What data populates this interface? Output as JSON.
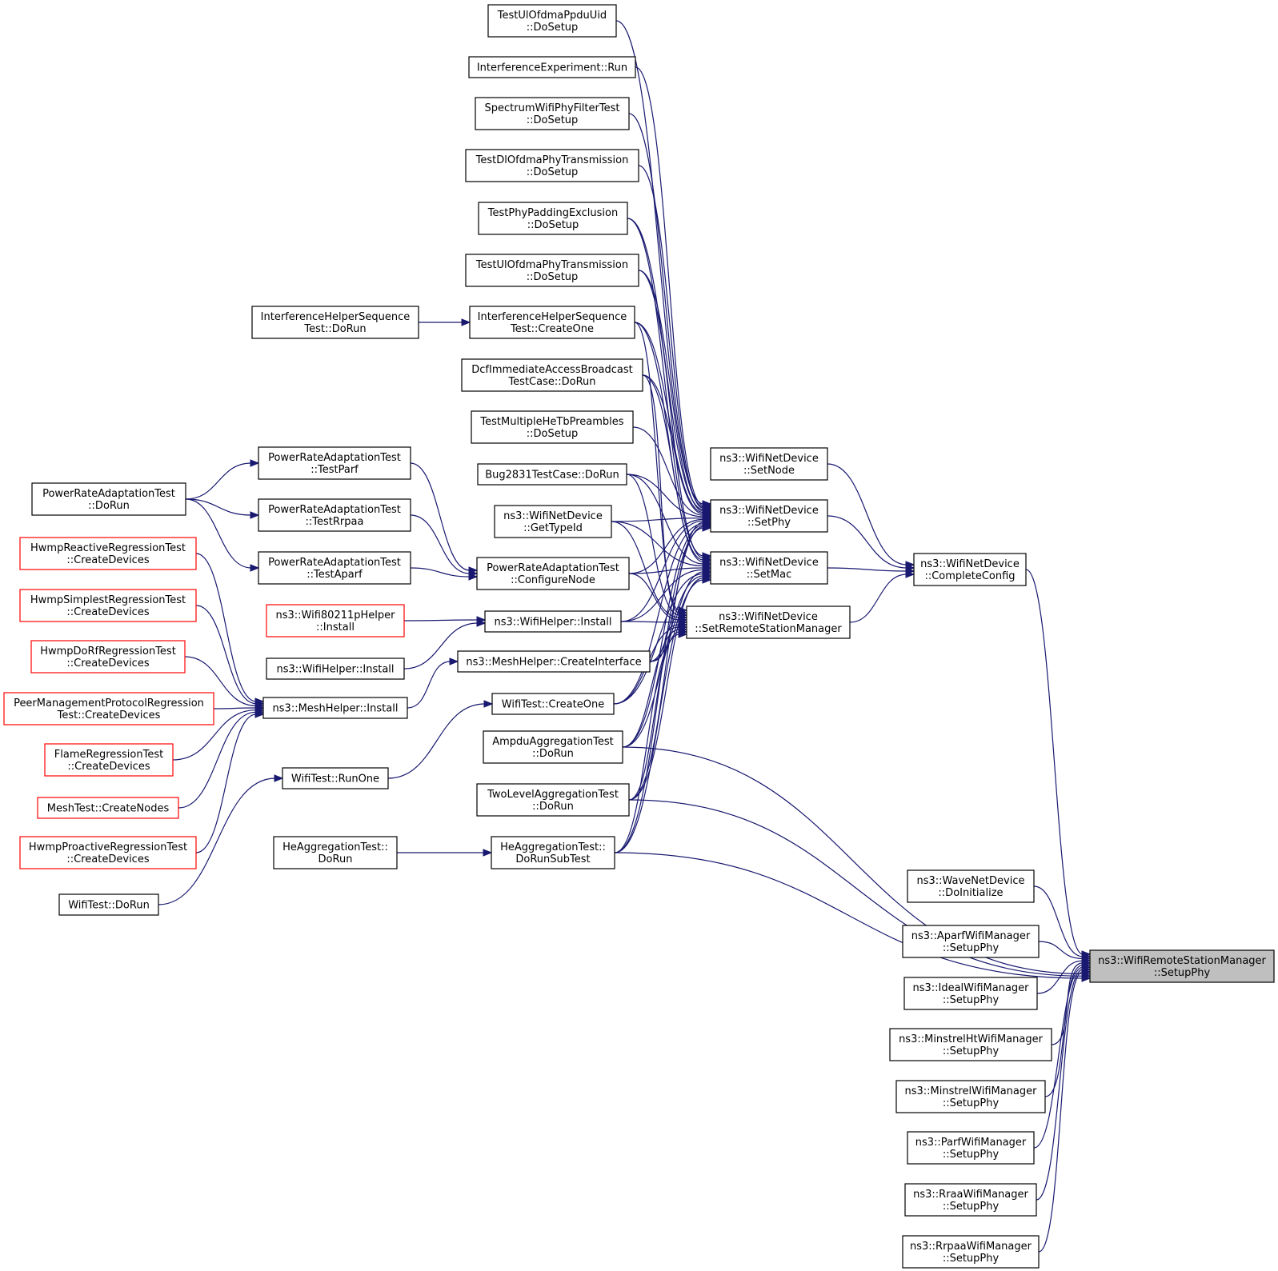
{
  "graph": {
    "colors": {
      "edge": "#191970",
      "node_border": "#000000",
      "missing_border": "#ff0000",
      "root_fill": "#bfbfbf",
      "node_fill": "#ffffff"
    },
    "nodes": [
      {
        "id": "root",
        "lines": [
          "ns3::WifiRemoteStationManager",
          "::SetupPhy"
        ],
        "style": "root"
      },
      {
        "id": "completeConfig",
        "lines": [
          "ns3::WifiNetDevice",
          "::CompleteConfig"
        ]
      },
      {
        "id": "setNode",
        "lines": [
          "ns3::WifiNetDevice",
          "::SetNode"
        ]
      },
      {
        "id": "setPhy",
        "lines": [
          "ns3::WifiNetDevice",
          "::SetPhy"
        ]
      },
      {
        "id": "setMac",
        "lines": [
          "ns3::WifiNetDevice",
          "::SetMac"
        ]
      },
      {
        "id": "setRSM",
        "lines": [
          "ns3::WifiNetDevice",
          "::SetRemoteStationManager"
        ]
      },
      {
        "id": "ulPpdu",
        "lines": [
          "TestUlOfdmaPpduUid",
          "::DoSetup"
        ]
      },
      {
        "id": "interfExp",
        "lines": [
          "InterferenceExperiment::Run"
        ]
      },
      {
        "id": "specFilter",
        "lines": [
          "SpectrumWifiPhyFilterTest",
          "::DoSetup"
        ]
      },
      {
        "id": "dlOfdma",
        "lines": [
          "TestDlOfdmaPhyTransmission",
          "::DoSetup"
        ]
      },
      {
        "id": "phyPad",
        "lines": [
          "TestPhyPaddingExclusion",
          "::DoSetup"
        ]
      },
      {
        "id": "ulOfdma",
        "lines": [
          "TestUlOfdmaPhyTransmission",
          "::DoSetup"
        ]
      },
      {
        "id": "ihsCreate",
        "lines": [
          "InterferenceHelperSequence",
          "Test::CreateOne"
        ]
      },
      {
        "id": "ihsRun",
        "lines": [
          "InterferenceHelperSequence",
          "Test::DoRun"
        ]
      },
      {
        "id": "dcf",
        "lines": [
          "DcfImmediateAccessBroadcast",
          "TestCase::DoRun"
        ]
      },
      {
        "id": "multiHe",
        "lines": [
          "TestMultipleHeTbPreambles",
          "::DoSetup"
        ]
      },
      {
        "id": "bug2831",
        "lines": [
          "Bug2831TestCase::DoRun"
        ]
      },
      {
        "id": "getTypeId",
        "lines": [
          "ns3::WifiNetDevice",
          "::GetTypeId"
        ]
      },
      {
        "id": "praConfig",
        "lines": [
          "PowerRateAdaptationTest",
          "::ConfigureNode"
        ]
      },
      {
        "id": "praParf",
        "lines": [
          "PowerRateAdaptationTest",
          "::TestParf"
        ]
      },
      {
        "id": "praRrpaa",
        "lines": [
          "PowerRateAdaptationTest",
          "::TestRrpaa"
        ]
      },
      {
        "id": "praAparf",
        "lines": [
          "PowerRateAdaptationTest",
          "::TestAparf"
        ]
      },
      {
        "id": "praRun",
        "lines": [
          "PowerRateAdaptationTest",
          "::DoRun"
        ]
      },
      {
        "id": "wifiHelperInstall",
        "lines": [
          "ns3::WifiHelper::Install"
        ]
      },
      {
        "id": "wifi80211p",
        "lines": [
          "ns3::Wifi80211pHelper",
          "::Install"
        ],
        "style": "red"
      },
      {
        "id": "wifiHelperInstall2",
        "lines": [
          "ns3::WifiHelper::Install"
        ]
      },
      {
        "id": "meshCreateIf",
        "lines": [
          "ns3::MeshHelper::CreateInterface"
        ]
      },
      {
        "id": "meshInstall",
        "lines": [
          "ns3::MeshHelper::Install"
        ]
      },
      {
        "id": "hwmpReactive",
        "lines": [
          "HwmpReactiveRegressionTest",
          "::CreateDevices"
        ],
        "style": "red"
      },
      {
        "id": "hwmpSimplest",
        "lines": [
          "HwmpSimplestRegressionTest",
          "::CreateDevices"
        ],
        "style": "red"
      },
      {
        "id": "hwmpDoRf",
        "lines": [
          "HwmpDoRfRegressionTest",
          "::CreateDevices"
        ],
        "style": "red"
      },
      {
        "id": "peerMgmt",
        "lines": [
          "PeerManagementProtocolRegression",
          "Test::CreateDevices"
        ],
        "style": "red"
      },
      {
        "id": "flame",
        "lines": [
          "FlameRegressionTest",
          "::CreateDevices"
        ],
        "style": "red"
      },
      {
        "id": "meshTest",
        "lines": [
          "MeshTest::CreateNodes"
        ],
        "style": "red"
      },
      {
        "id": "hwmpProactive",
        "lines": [
          "HwmpProactiveRegressionTest",
          "::CreateDevices"
        ],
        "style": "red"
      },
      {
        "id": "wifiTestCreate",
        "lines": [
          "WifiTest::CreateOne"
        ]
      },
      {
        "id": "wifiTestRunOne",
        "lines": [
          "WifiTest::RunOne"
        ]
      },
      {
        "id": "wifiTestDoRun",
        "lines": [
          "WifiTest::DoRun"
        ]
      },
      {
        "id": "ampdu",
        "lines": [
          "AmpduAggregationTest",
          "::DoRun"
        ]
      },
      {
        "id": "twoLevel",
        "lines": [
          "TwoLevelAggregationTest",
          "::DoRun"
        ]
      },
      {
        "id": "heSub",
        "lines": [
          "HeAggregationTest::",
          "DoRunSubTest"
        ]
      },
      {
        "id": "heRun",
        "lines": [
          "HeAggregationTest::",
          "DoRun"
        ]
      },
      {
        "id": "waveInit",
        "lines": [
          "ns3::WaveNetDevice",
          "::DoInitialize"
        ]
      },
      {
        "id": "aparfMgr",
        "lines": [
          "ns3::AparfWifiManager",
          "::SetupPhy"
        ]
      },
      {
        "id": "idealMgr",
        "lines": [
          "ns3::IdealWifiManager",
          "::SetupPhy"
        ]
      },
      {
        "id": "minstrelHt",
        "lines": [
          "ns3::MinstrelHtWifiManager",
          "::SetupPhy"
        ]
      },
      {
        "id": "minstrel",
        "lines": [
          "ns3::MinstrelWifiManager",
          "::SetupPhy"
        ]
      },
      {
        "id": "parfMgr",
        "lines": [
          "ns3::ParfWifiManager",
          "::SetupPhy"
        ]
      },
      {
        "id": "rraaMgr",
        "lines": [
          "ns3::RraaWifiManager",
          "::SetupPhy"
        ]
      },
      {
        "id": "rrpaaMgr",
        "lines": [
          "ns3::RrpaaWifiManager",
          "::SetupPhy"
        ]
      }
    ],
    "edges": [
      [
        "completeConfig",
        "root"
      ],
      [
        "waveInit",
        "root"
      ],
      [
        "aparfMgr",
        "root"
      ],
      [
        "idealMgr",
        "root"
      ],
      [
        "minstrelHt",
        "root"
      ],
      [
        "minstrel",
        "root"
      ],
      [
        "parfMgr",
        "root"
      ],
      [
        "rraaMgr",
        "root"
      ],
      [
        "rrpaaMgr",
        "root"
      ],
      [
        "ampdu",
        "root"
      ],
      [
        "twoLevel",
        "root"
      ],
      [
        "heSub",
        "root"
      ],
      [
        "setNode",
        "completeConfig"
      ],
      [
        "setPhy",
        "completeConfig"
      ],
      [
        "setMac",
        "completeConfig"
      ],
      [
        "setRSM",
        "completeConfig"
      ],
      [
        "ulPpdu",
        "setPhy"
      ],
      [
        "interfExp",
        "setPhy"
      ],
      [
        "specFilter",
        "setPhy"
      ],
      [
        "dlOfdma",
        "setPhy"
      ],
      [
        "phyPad",
        "setPhy"
      ],
      [
        "ulOfdma",
        "setPhy"
      ],
      [
        "ihsCreate",
        "setPhy"
      ],
      [
        "dcf",
        "setPhy"
      ],
      [
        "multiHe",
        "setPhy"
      ],
      [
        "bug2831",
        "setPhy"
      ],
      [
        "getTypeId",
        "setPhy"
      ],
      [
        "praConfig",
        "setPhy"
      ],
      [
        "wifiHelperInstall",
        "setPhy"
      ],
      [
        "meshCreateIf",
        "setPhy"
      ],
      [
        "wifiTestCreate",
        "setPhy"
      ],
      [
        "ampdu",
        "setPhy"
      ],
      [
        "twoLevel",
        "setPhy"
      ],
      [
        "heSub",
        "setPhy"
      ],
      [
        "phyPad",
        "setMac"
      ],
      [
        "ulOfdma",
        "setMac"
      ],
      [
        "ihsCreate",
        "setMac"
      ],
      [
        "dcf",
        "setMac"
      ],
      [
        "bug2831",
        "setMac"
      ],
      [
        "getTypeId",
        "setMac"
      ],
      [
        "praConfig",
        "setMac"
      ],
      [
        "wifiHelperInstall",
        "setMac"
      ],
      [
        "meshCreateIf",
        "setMac"
      ],
      [
        "wifiTestCreate",
        "setMac"
      ],
      [
        "ampdu",
        "setMac"
      ],
      [
        "twoLevel",
        "setMac"
      ],
      [
        "heSub",
        "setMac"
      ],
      [
        "ihsCreate",
        "setRSM"
      ],
      [
        "dcf",
        "setRSM"
      ],
      [
        "bug2831",
        "setRSM"
      ],
      [
        "getTypeId",
        "setRSM"
      ],
      [
        "praConfig",
        "setRSM"
      ],
      [
        "wifiHelperInstall",
        "setRSM"
      ],
      [
        "meshCreateIf",
        "setRSM"
      ],
      [
        "wifiTestCreate",
        "setRSM"
      ],
      [
        "ampdu",
        "setRSM"
      ],
      [
        "twoLevel",
        "setRSM"
      ],
      [
        "heSub",
        "setRSM"
      ],
      [
        "ihsRun",
        "ihsCreate"
      ],
      [
        "praParf",
        "praConfig"
      ],
      [
        "praRrpaa",
        "praConfig"
      ],
      [
        "praAparf",
        "praConfig"
      ],
      [
        "praRun",
        "praParf"
      ],
      [
        "praRun",
        "praRrpaa"
      ],
      [
        "praRun",
        "praAparf"
      ],
      [
        "wifi80211p",
        "wifiHelperInstall"
      ],
      [
        "wifiHelperInstall2",
        "wifiHelperInstall"
      ],
      [
        "meshInstall",
        "meshCreateIf"
      ],
      [
        "hwmpReactive",
        "meshInstall"
      ],
      [
        "hwmpSimplest",
        "meshInstall"
      ],
      [
        "hwmpDoRf",
        "meshInstall"
      ],
      [
        "peerMgmt",
        "meshInstall"
      ],
      [
        "flame",
        "meshInstall"
      ],
      [
        "meshTest",
        "meshInstall"
      ],
      [
        "hwmpProactive",
        "meshInstall"
      ],
      [
        "wifiTestRunOne",
        "wifiTestCreate"
      ],
      [
        "wifiTestDoRun",
        "wifiTestRunOne"
      ],
      [
        "heRun",
        "heSub"
      ]
    ]
  }
}
